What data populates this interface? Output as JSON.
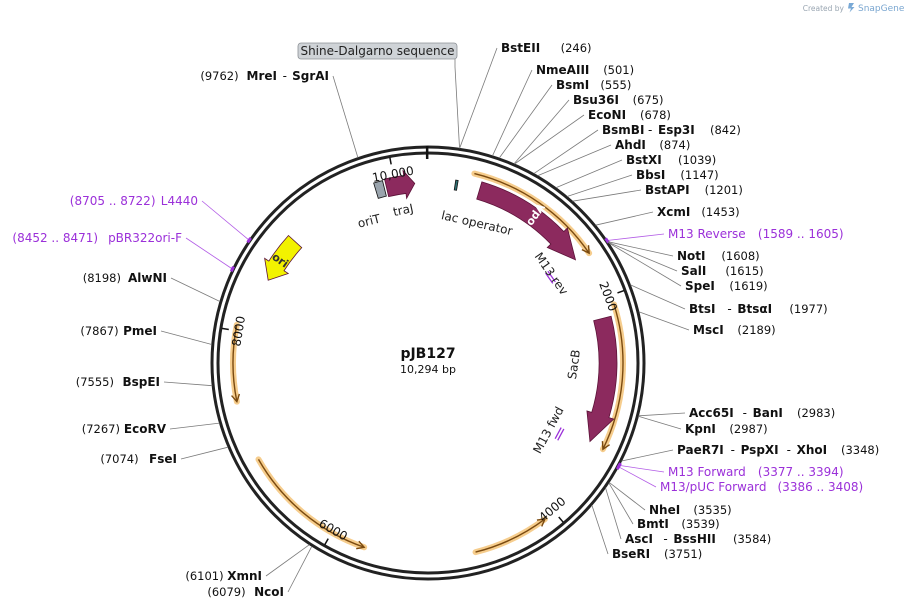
{
  "watermark": {
    "prefix": "Created by",
    "brand": "SnapGene"
  },
  "plasmid": {
    "name": "pJB127",
    "length_label": "10,294 bp",
    "length_bp": 10294
  },
  "ticks": [
    {
      "bp": 2000,
      "label": "2000"
    },
    {
      "bp": 4000,
      "label": "4000"
    },
    {
      "bp": 6000,
      "label": "6000"
    },
    {
      "bp": 8000,
      "label": "8000"
    },
    {
      "bp": 10000,
      "label": "10,000"
    }
  ],
  "features": [
    {
      "name": "codA",
      "type": "cds",
      "start": 480,
      "end": 1580,
      "strand": 1,
      "color": "#8c2a5e",
      "label_inside": true
    },
    {
      "name": "SacB",
      "type": "cds",
      "start": 2170,
      "end": 3320,
      "strand": 1,
      "color": "#8c2a5e",
      "label_inside": false
    },
    {
      "name": "traJ",
      "type": "cds",
      "start": 9920,
      "end": 10180,
      "strand": 1,
      "color": "#8c2a5e",
      "label_inside": false
    },
    {
      "name": "ori",
      "type": "rep_origin",
      "start": 8510,
      "end": 8940,
      "strand": -1,
      "color": "#f2f200",
      "label_inside": true
    },
    {
      "name": "oriT",
      "type": "misc",
      "start": 9820,
      "end": 9900,
      "strand": 0,
      "color": "#9aa4ad",
      "label_inside": false
    },
    {
      "name": "lac operator",
      "type": "protein_bind",
      "start": 253,
      "end": 275,
      "strand": 0,
      "color": "#2e6f73",
      "label_inside": false
    }
  ],
  "orfs": [
    {
      "start": 400,
      "end": 1600,
      "strand": 1
    },
    {
      "start": 2080,
      "end": 3330,
      "strand": 1
    },
    {
      "start": 4100,
      "end": 4750,
      "strand": -1
    },
    {
      "start": 5700,
      "end": 6880,
      "strand": -1
    },
    {
      "start": 7400,
      "end": 8050,
      "strand": -1
    }
  ],
  "primer_marks_inner": [
    {
      "name": "M13 rev",
      "bp": 1580
    },
    {
      "name": "M13 fwd",
      "bp": 3390
    }
  ],
  "shine_dalgarno": {
    "label": "Shine-Dalgarno sequence",
    "bp": 244
  },
  "right_sites": [
    {
      "names": [
        "BstEII"
      ],
      "pos": "(246)",
      "bp": 246
    },
    {
      "names": [
        "NmeAIII"
      ],
      "pos": "(501)",
      "bp": 501
    },
    {
      "names": [
        "BsmI"
      ],
      "pos": "(555)",
      "bp": 555
    },
    {
      "names": [
        "Bsu36I"
      ],
      "pos": "(675)",
      "bp": 675
    },
    {
      "names": [
        "EcoNI"
      ],
      "pos": "(678)",
      "bp": 678
    },
    {
      "names": [
        "BsmBI",
        "Esp3I"
      ],
      "pos": "(842)",
      "bp": 842
    },
    {
      "names": [
        "AhdI"
      ],
      "pos": "(874)",
      "bp": 874
    },
    {
      "names": [
        "BstXI"
      ],
      "pos": "(1039)",
      "bp": 1039
    },
    {
      "names": [
        "BbsI"
      ],
      "pos": "(1147)",
      "bp": 1147
    },
    {
      "names": [
        "BstAPI"
      ],
      "pos": "(1201)",
      "bp": 1201
    },
    {
      "names": [
        "XcmI"
      ],
      "pos": "(1453)",
      "bp": 1453
    },
    {
      "primer": "M13 Reverse",
      "pos": "(1589 .. 1605)",
      "bp": 1597
    },
    {
      "names": [
        "NotI"
      ],
      "pos": "(1608)",
      "bp": 1608
    },
    {
      "names": [
        "SalI"
      ],
      "pos": "(1615)",
      "bp": 1615
    },
    {
      "names": [
        "SpeI"
      ],
      "pos": "(1619)",
      "bp": 1619
    },
    {
      "names": [
        "BtsI",
        "BtsαI"
      ],
      "pos": "(1977)",
      "bp": 1977
    },
    {
      "names": [
        "MscI"
      ],
      "pos": "(2189)",
      "bp": 2189
    },
    {
      "names": [
        "Acc65I",
        "BanI"
      ],
      "pos": "(2983)",
      "bp": 2983
    },
    {
      "names": [
        "KpnI"
      ],
      "pos": "(2987)",
      "bp": 2987
    },
    {
      "names": [
        "PaeR7I",
        "PspXI",
        "XhoI"
      ],
      "pos": "(3348)",
      "bp": 3348
    },
    {
      "primer": "M13 Forward",
      "pos": "(3377 .. 3394)",
      "bp": 3385
    },
    {
      "primer": "M13/pUC Forward",
      "pos": "(3386 .. 3408)",
      "bp": 3397
    },
    {
      "names": [
        "NheI"
      ],
      "pos": "(3535)",
      "bp": 3535
    },
    {
      "names": [
        "BmtI"
      ],
      "pos": "(3539)",
      "bp": 3539
    },
    {
      "names": [
        "AscI",
        "BssHII"
      ],
      "pos": "(3584)",
      "bp": 3584
    },
    {
      "names": [
        "BseRI"
      ],
      "pos": "(3751)",
      "bp": 3751
    }
  ],
  "left_sites": [
    {
      "names": [
        "MreI",
        "SgrAI"
      ],
      "pos": "(9762)",
      "bp": 9762
    },
    {
      "primer": "L4440",
      "pos": "(8705 .. 8722)",
      "bp": 8713
    },
    {
      "primer": "pBR322ori-F",
      "pos": "(8452 .. 8471)",
      "bp": 8461
    },
    {
      "names": [
        "AlwNI"
      ],
      "pos": "(8198)",
      "bp": 8198
    },
    {
      "names": [
        "PmeI"
      ],
      "pos": "(7867)",
      "bp": 7867
    },
    {
      "names": [
        "BspEI"
      ],
      "pos": "(7555)",
      "bp": 7555
    },
    {
      "names": [
        "EcoRV"
      ],
      "pos": "(7267)",
      "bp": 7267
    },
    {
      "names": [
        "FseI"
      ],
      "pos": "(7074)",
      "bp": 7074
    },
    {
      "names": [
        "XmnI"
      ],
      "pos": "(6101)",
      "bp": 6101
    },
    {
      "names": [
        "NcoI"
      ],
      "pos": "(6079)",
      "bp": 6079
    }
  ],
  "colors": {
    "backbone": "#222222",
    "feature_purple": "#8c2a5e",
    "ori_yellow": "#f2f200",
    "orf_orange": "#f2b85c",
    "orf_brown": "#7a4a10",
    "primer_violet": "#9b30d9"
  }
}
